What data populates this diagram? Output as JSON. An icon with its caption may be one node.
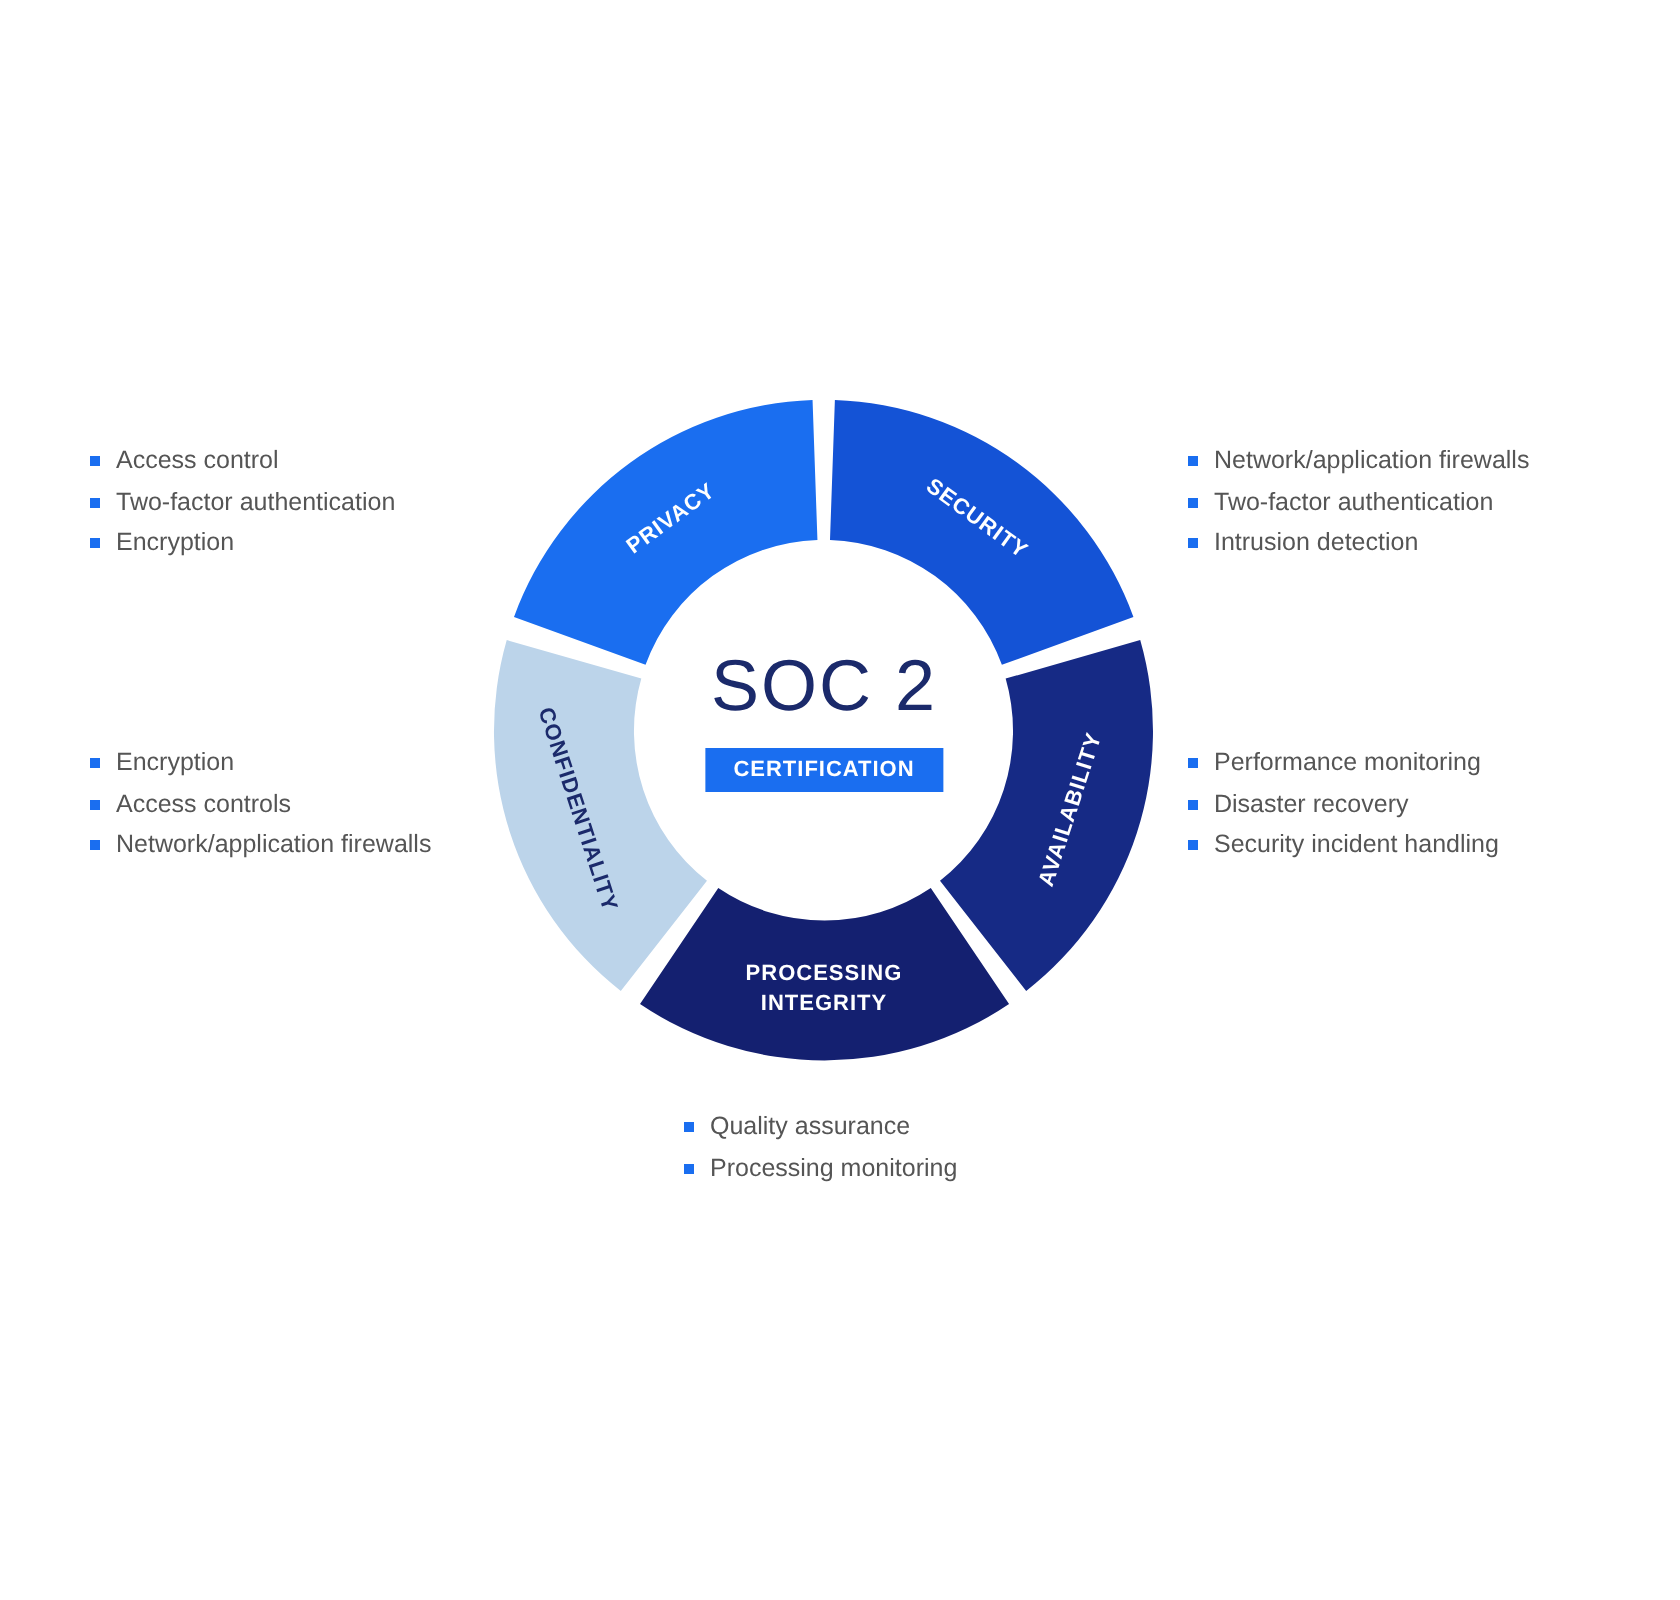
{
  "diagram": {
    "nodes": [
      {
        "text": [
          "PRIVACY"
        ],
        "beside": [
          "Access control",
          "Two-factor authentication",
          "Encryption"
        ]
      },
      {
        "text": [
          "SECURITY"
        ],
        "beside": [
          "Network/application firewalls",
          "Two-factor authentication",
          "Intrusion detection"
        ]
      },
      {
        "text": [
          "SOC 2",
          "CERTIFICATION"
        ]
      },
      {
        "text": [
          "CONFIDENTIALITY"
        ],
        "beside": [
          "Encryption",
          "Access controls",
          "Network/application firewalls"
        ]
      },
      {
        "text": [
          "AVAILABILITY"
        ],
        "beside": [
          "Performance monitoring",
          "Disaster recovery",
          "Security incident handling"
        ]
      },
      {
        "text": [
          "PROCESSING INTEGRITY"
        ],
        "beside": [
          "Quality assurance",
          "Processing monitoring"
        ]
      }
    ]
  }
}
